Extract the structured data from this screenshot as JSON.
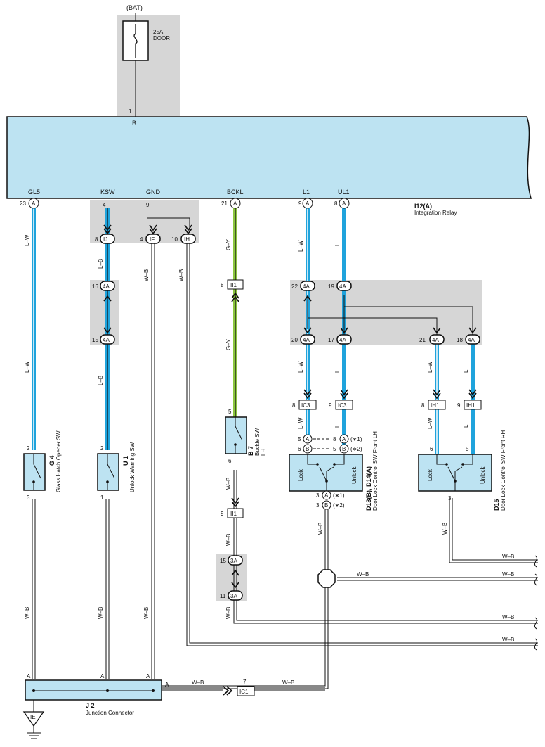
{
  "fuse": {
    "source": "(BAT)",
    "rating": "25A",
    "name": "DOOR"
  },
  "relay": {
    "code": "I12(A)",
    "name": "Integration Relay",
    "pin_top_num": "1",
    "pin_top_letter": "B"
  },
  "terminals": {
    "gl5": "GL5",
    "ksw": "KSW",
    "gnd": "GND",
    "bckl": "BCKL",
    "l1": "L1",
    "ul1": "UL1"
  },
  "pins": {
    "p23": "23",
    "pA": "A",
    "p4": "4",
    "p9": "9",
    "p21": "21",
    "p8": "8",
    "p10": "10",
    "p16": "16",
    "p15": "15",
    "p22": "22",
    "p19": "19",
    "p20": "20",
    "p17": "17",
    "p18": "18",
    "p5": "5",
    "p6": "6",
    "p3": "3",
    "p2": "2",
    "p1": "1",
    "p11": "11",
    "p7": "7",
    "pB": "B"
  },
  "conn": {
    "IJ": "IJ",
    "IF": "IF",
    "IH": "IH",
    "II1": "II1",
    "c4A": "4A",
    "IC3": "IC3",
    "IH1": "IH1",
    "c3A": "3A",
    "IC1": "IC1",
    "IE": "IE"
  },
  "wires": {
    "LW": "L–W",
    "LB": "L–B",
    "WB": "W–B",
    "GY": "G–Y",
    "L": "L"
  },
  "components": {
    "g4": {
      "code": "G 4",
      "name": "Glass Hatch Opener SW"
    },
    "u1": {
      "code": "U 1",
      "name": "Unlock Warning SW"
    },
    "b7": {
      "code": "B 7",
      "name": "Buckle SW",
      "side": "LH"
    },
    "d13": {
      "code": "D13(B), D14(A)",
      "name": "Door Lock Control SW Front LH"
    },
    "d15": {
      "code": "D15",
      "name": "Door Lock Control SW Front RH"
    },
    "j2": {
      "code": "J 2",
      "name": "Junction Connector"
    }
  },
  "switch_labels": {
    "lock": "Lock",
    "unlock": "Unlock"
  },
  "notes": {
    "n1": "(∗1)",
    "n2": "(∗2)"
  },
  "colors": {
    "relay_fill": "#bde3f2",
    "wire_blue": "#1fa3dc",
    "wire_green": "#8cc63f",
    "shade": "#d6d6d6"
  }
}
